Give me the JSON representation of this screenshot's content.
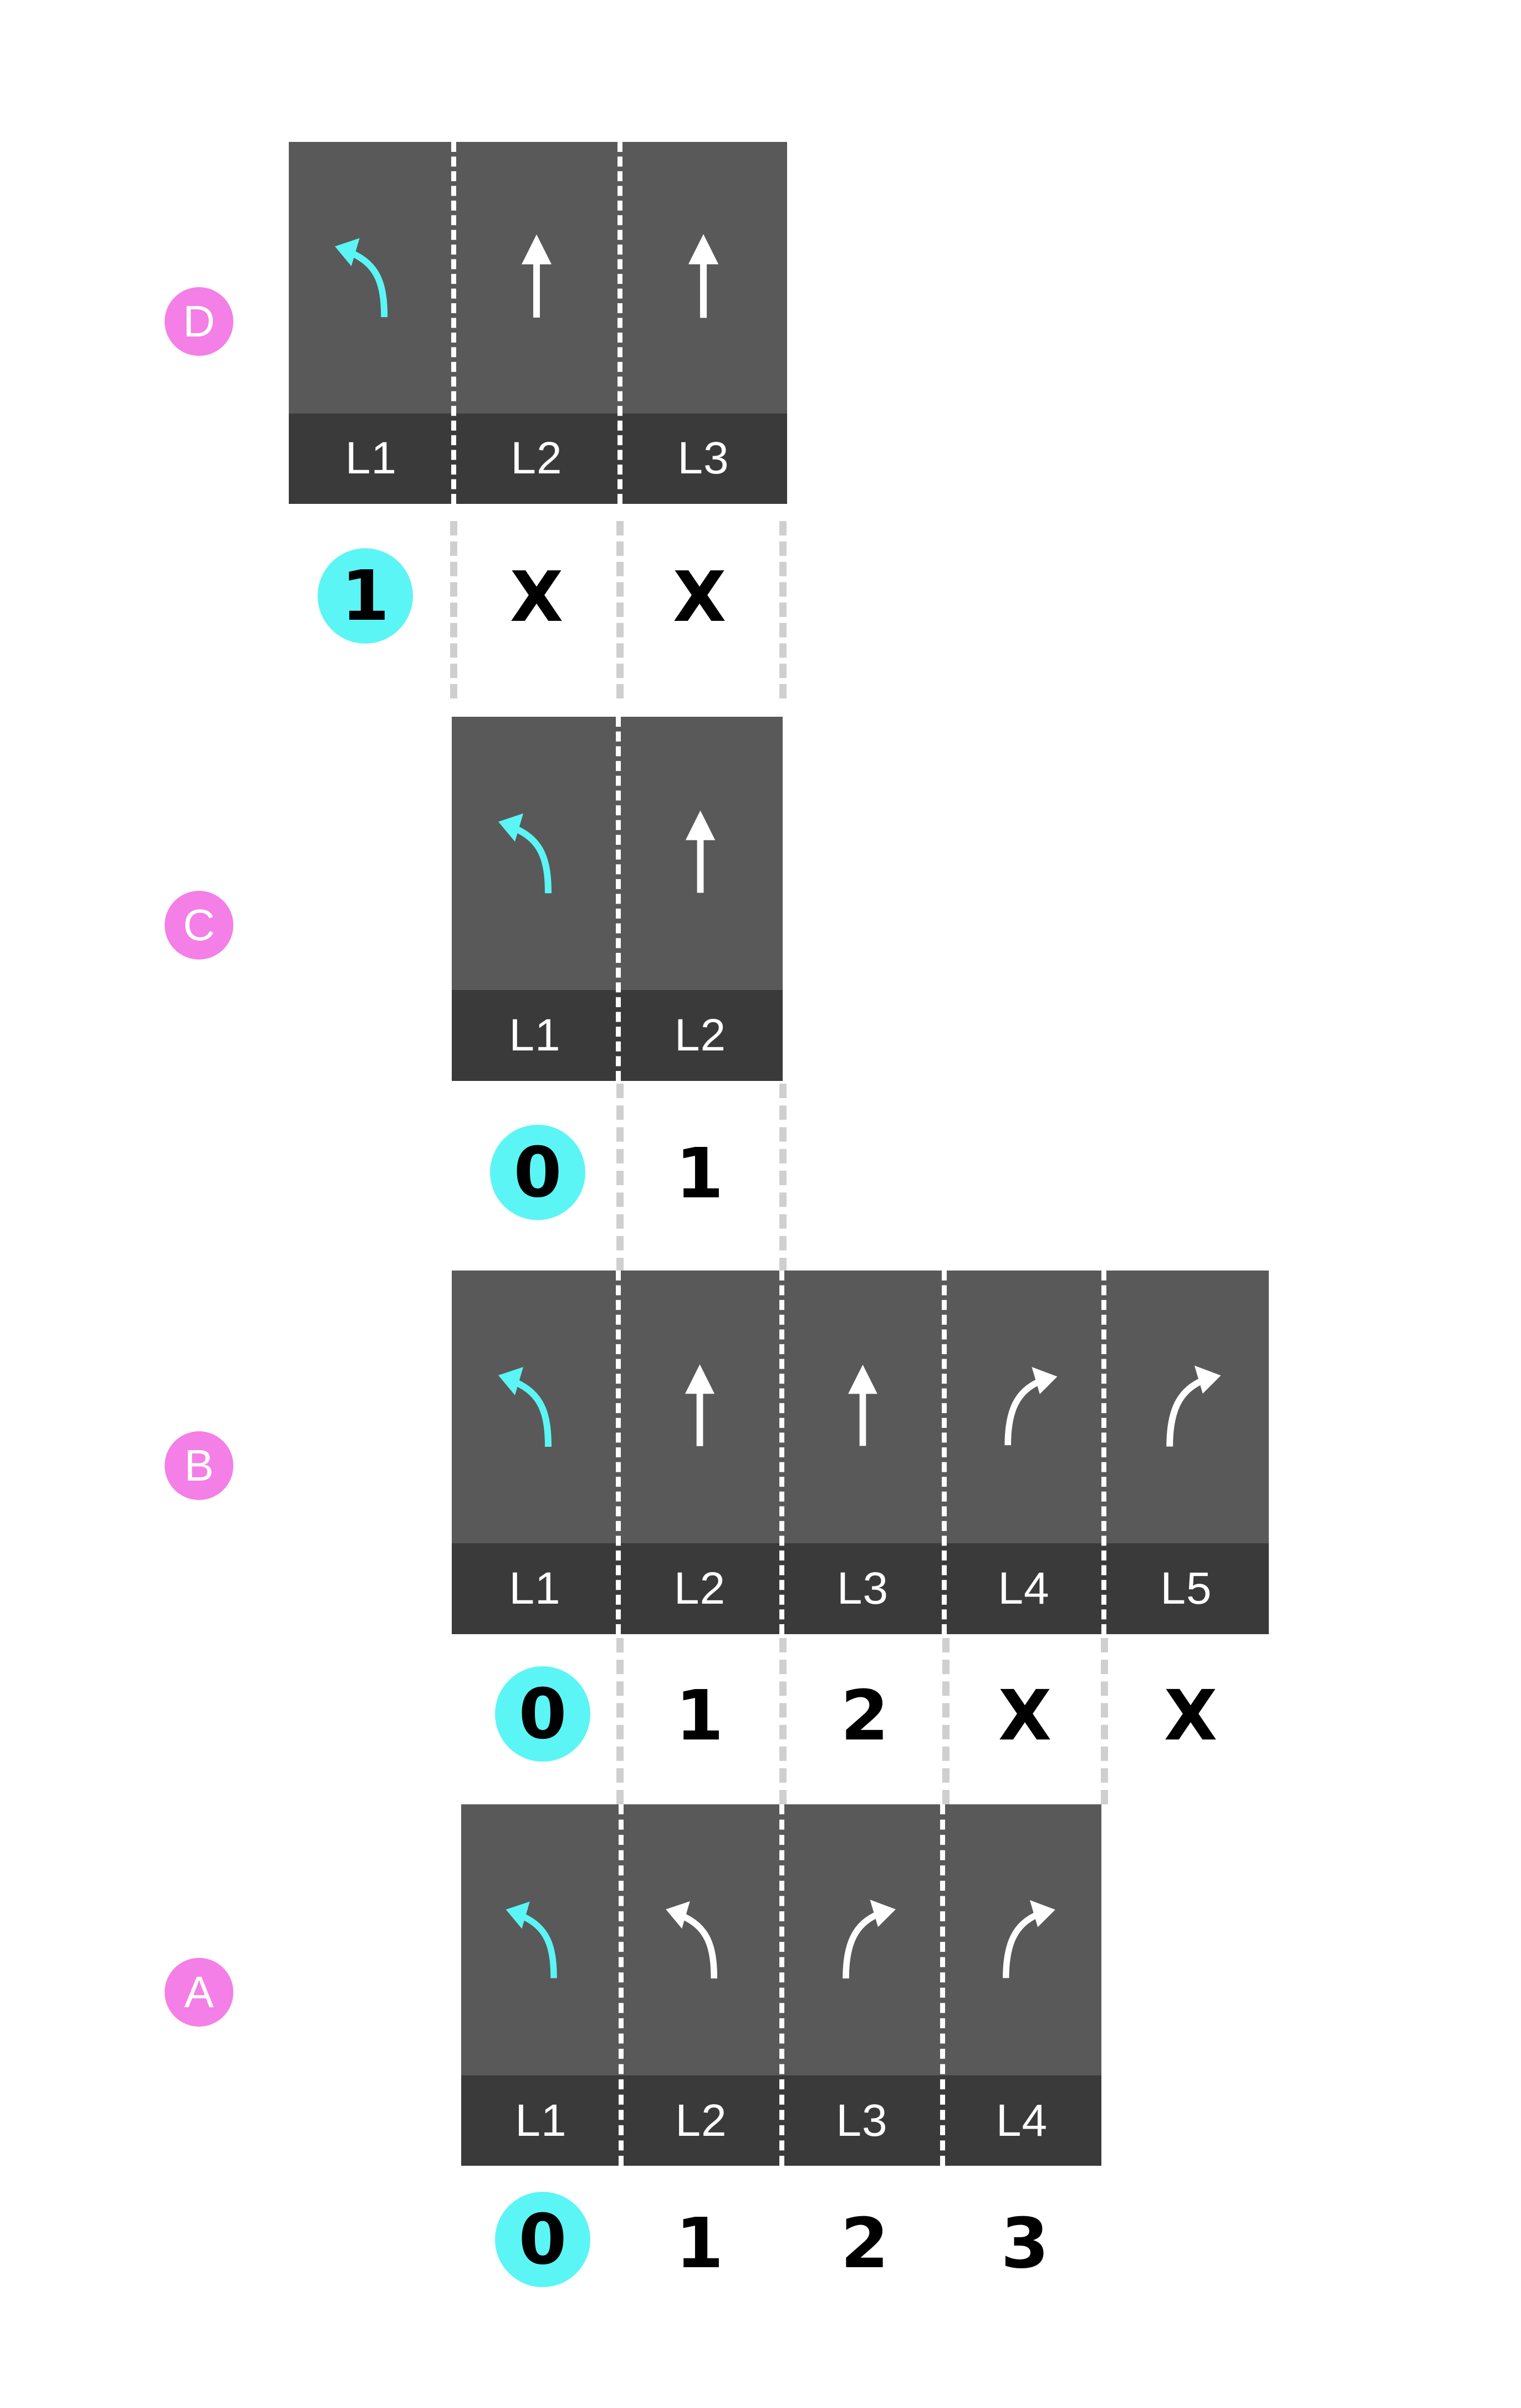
{
  "colors": {
    "lane": "#595959",
    "lane_label_band": "#3a3a3a",
    "left_turn_accent": "#5cf5f5",
    "arrow_default": "#ffffff",
    "group_badge": "#f47fe6",
    "highlight_circle": "#5cf5f5",
    "guide_line": "#cfcfcf"
  },
  "groups": [
    {
      "id": "D",
      "lanes": [
        {
          "label": "L1",
          "arrow": "left-turn-arrow-icon",
          "highlight": true
        },
        {
          "label": "L2",
          "arrow": "straight-arrow-icon",
          "highlight": false
        },
        {
          "label": "L3",
          "arrow": "straight-arrow-icon",
          "highlight": false
        }
      ],
      "scores": [
        {
          "value": "1",
          "highlight": true
        },
        {
          "value": "X",
          "highlight": false
        },
        {
          "value": "X",
          "highlight": false
        }
      ]
    },
    {
      "id": "C",
      "lanes": [
        {
          "label": "L1",
          "arrow": "left-turn-arrow-icon",
          "highlight": true
        },
        {
          "label": "L2",
          "arrow": "straight-arrow-icon",
          "highlight": false
        }
      ],
      "scores": [
        {
          "value": "0",
          "highlight": true
        },
        {
          "value": "1",
          "highlight": false
        }
      ]
    },
    {
      "id": "B",
      "lanes": [
        {
          "label": "L1",
          "arrow": "left-turn-arrow-icon",
          "highlight": true
        },
        {
          "label": "L2",
          "arrow": "straight-arrow-icon",
          "highlight": false
        },
        {
          "label": "L3",
          "arrow": "straight-arrow-icon",
          "highlight": false
        },
        {
          "label": "L4",
          "arrow": "right-turn-arrow-icon",
          "highlight": false
        },
        {
          "label": "L5",
          "arrow": "right-turn-arrow-icon",
          "highlight": false
        }
      ],
      "scores": [
        {
          "value": "0",
          "highlight": true
        },
        {
          "value": "1",
          "highlight": false
        },
        {
          "value": "2",
          "highlight": false
        },
        {
          "value": "X",
          "highlight": false
        },
        {
          "value": "X",
          "highlight": false
        }
      ]
    },
    {
      "id": "A",
      "lanes": [
        {
          "label": "L1",
          "arrow": "left-turn-arrow-icon",
          "highlight": true
        },
        {
          "label": "L2",
          "arrow": "left-turn-arrow-icon",
          "highlight": false
        },
        {
          "label": "L3",
          "arrow": "right-turn-arrow-icon",
          "highlight": false
        },
        {
          "label": "L4",
          "arrow": "right-turn-arrow-icon",
          "highlight": false
        }
      ],
      "scores": [
        {
          "value": "0",
          "highlight": true
        },
        {
          "value": "1",
          "highlight": false
        },
        {
          "value": "2",
          "highlight": false
        },
        {
          "value": "3",
          "highlight": false
        }
      ]
    }
  ]
}
